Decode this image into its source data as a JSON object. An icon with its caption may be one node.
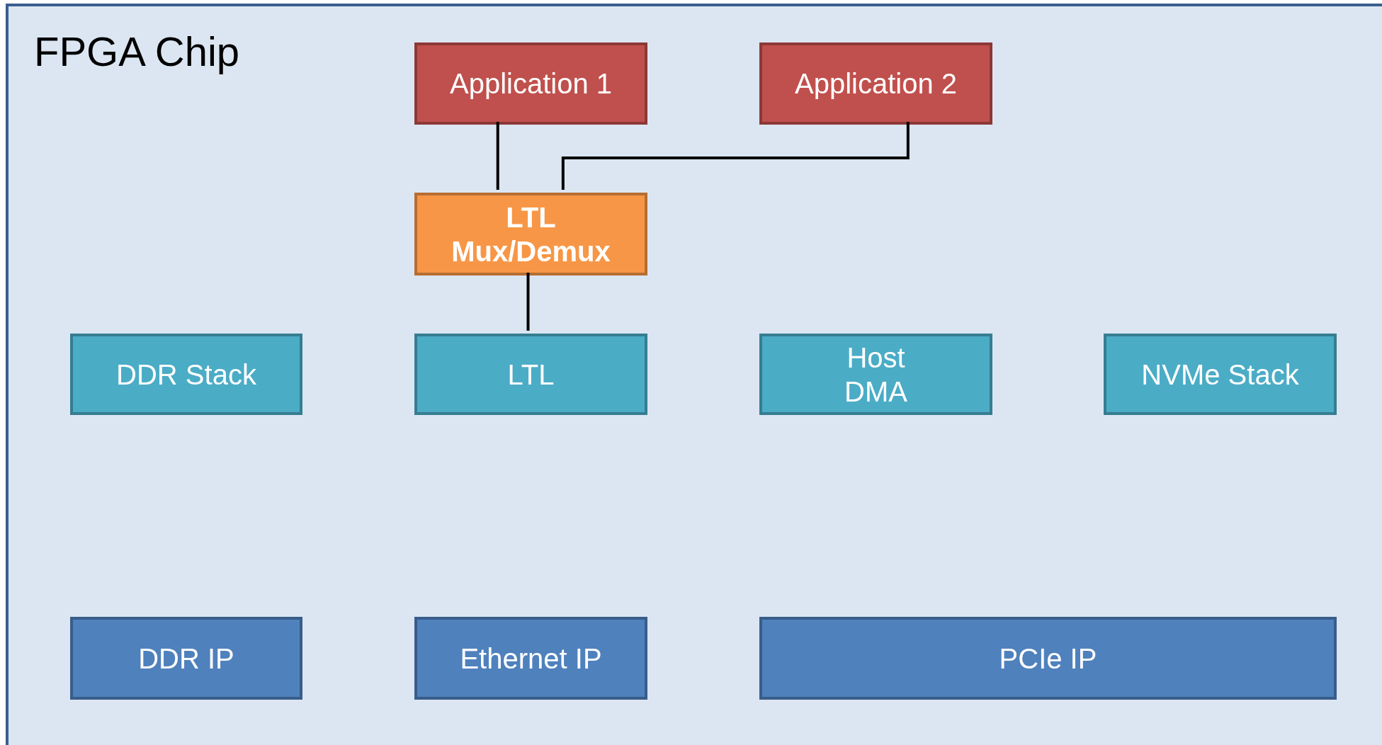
{
  "diagram": {
    "nodes": [
      {
        "text": [
          "FPGA Chip"
        ]
      },
      {
        "text": [
          "Application 1"
        ],
        "in": 0
      },
      {
        "text": [
          "Application 2"
        ],
        "in": 0
      },
      {
        "text": [
          "LTL Mux/Demux"
        ],
        "in": 0
      },
      {
        "text": [
          "DDR Stack"
        ],
        "in": 0
      },
      {
        "text": [
          "LTL"
        ],
        "in": 0
      },
      {
        "text": [
          "Host DMA"
        ],
        "in": 0
      },
      {
        "text": [
          "NVMe Stack"
        ],
        "in": 0
      },
      {
        "text": [
          "DDR IP"
        ],
        "in": 0
      },
      {
        "text": [
          "Ethernet IP"
        ],
        "in": 0
      },
      {
        "text": [
          "PCIe IP"
        ],
        "in": 0
      }
    ],
    "edges": [
      {
        "from": 1,
        "to": 3,
        "arrow": "none"
      },
      {
        "from": 2,
        "to": 3,
        "arrow": "none"
      },
      {
        "from": 3,
        "to": 5,
        "arrow": "none"
      }
    ]
  }
}
